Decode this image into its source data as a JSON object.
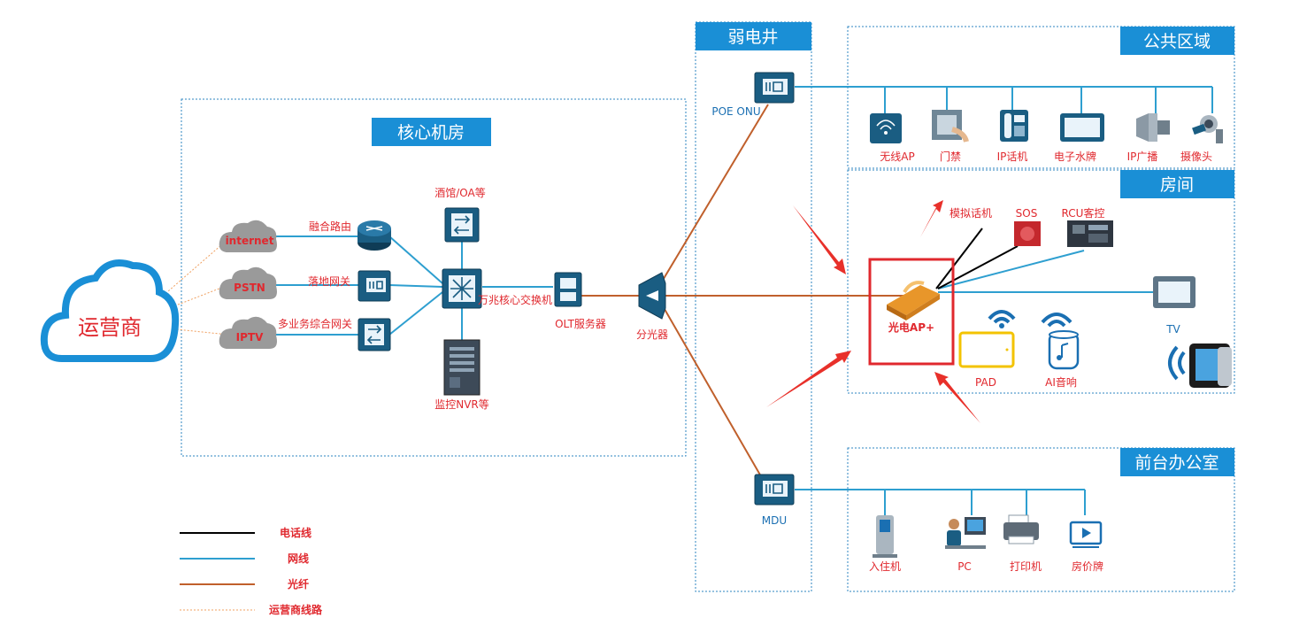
{
  "zones": {
    "core": "核心机房",
    "weak": "弱电井",
    "public": "公共区域",
    "room": "房间",
    "office": "前台办公室"
  },
  "operator": "运营商",
  "clouds": [
    "internet",
    "PSTN",
    "IPTV"
  ],
  "core_devices": {
    "router": "融合路由",
    "landing_gw": "落地网关",
    "multi_gw": "多业务综合网关",
    "hotel_oa": "酒馆/OA等",
    "core_switch": "万兆核心交换机",
    "nvr": "监控NVR等",
    "olt": "OLT服务器",
    "splitter": "分光器"
  },
  "weak_devices": {
    "poe_onu": "POE ONU",
    "mdu": "MDU"
  },
  "public_devices": [
    "无线AP",
    "门禁",
    "IP话机",
    "电子水牌",
    "IP广播",
    "摄像头"
  ],
  "room_devices": {
    "phone": "模拟话机",
    "sos": "SOS",
    "rcu": "RCU客控",
    "ap": "光电AP+",
    "pad": "PAD",
    "speaker": "AI音响",
    "tv": "TV"
  },
  "office_devices": [
    "入住机",
    "PC",
    "打印机",
    "房价牌"
  ],
  "legend": [
    "电话线",
    "网线",
    "光纤",
    "运营商线路"
  ],
  "icons": {
    "cloud": "cloud-icon",
    "router": "router-icon",
    "switch": "switch-icon",
    "server": "server-icon",
    "splitter": "splitter-icon",
    "wifi": "wifi-icon",
    "arrow": "red-arrow-icon"
  },
  "colors": {
    "tab": "#1a8fd6",
    "network_line": "#2e9fd0",
    "fiber_line": "#c0602c",
    "phone_line": "#000000",
    "isp_line": "#f0a060",
    "highlight": "#e8302a"
  }
}
